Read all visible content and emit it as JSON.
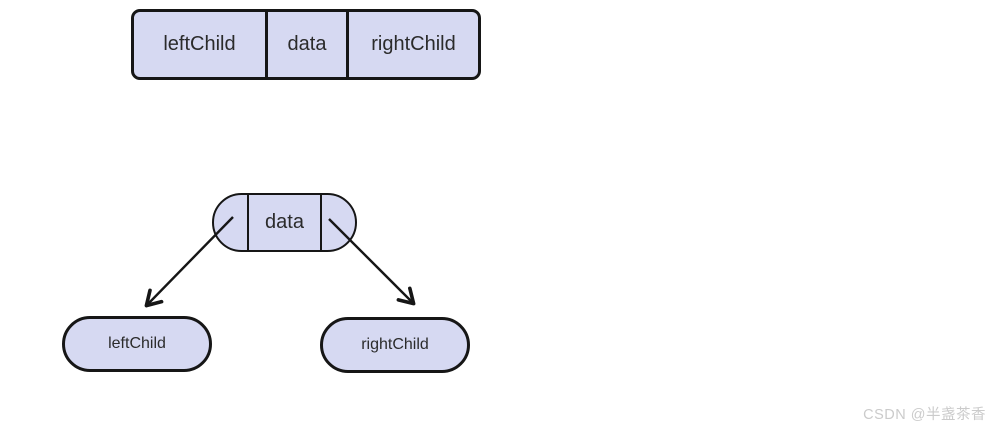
{
  "palette": {
    "page_bg": "#ffffff",
    "node_fill": "#d6d9f2",
    "node_border": "#161616",
    "text": "#2b2b2b",
    "watermark": "#cbcbcb"
  },
  "struct_box": {
    "cells": [
      {
        "label": "leftChild"
      },
      {
        "label": "data"
      },
      {
        "label": "rightChild"
      }
    ]
  },
  "tree": {
    "root": {
      "data_label": "data"
    },
    "left_child": {
      "label": "leftChild"
    },
    "right_child": {
      "label": "rightChild"
    }
  },
  "watermark": {
    "text": "CSDN @半盏茶香"
  }
}
